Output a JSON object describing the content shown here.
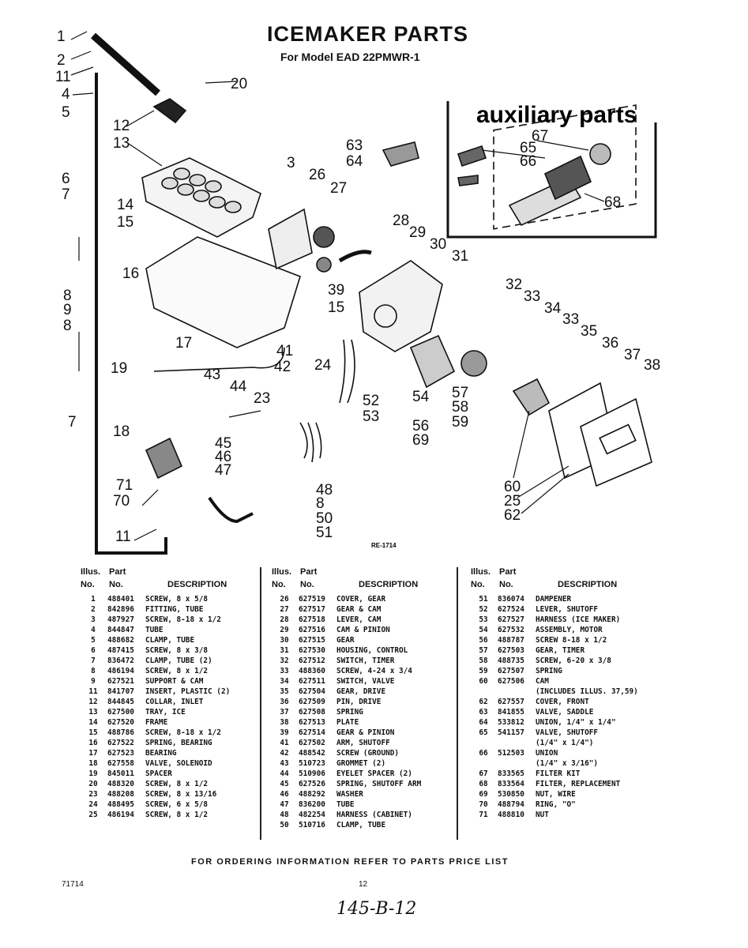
{
  "header": {
    "title": "ICEMAKER PARTS",
    "subtitle": "For Model EAD 22PMWR-1"
  },
  "auxiliary": {
    "title": "auxiliary parts",
    "labels": [
      "67",
      "65",
      "66",
      "68"
    ]
  },
  "diagram": {
    "ref": "RE-1714",
    "callouts": [
      {
        "n": "1"
      },
      {
        "n": "2"
      },
      {
        "n": "11"
      },
      {
        "n": "4"
      },
      {
        "n": "5"
      },
      {
        "n": "6"
      },
      {
        "n": "7"
      },
      {
        "n": "8"
      },
      {
        "n": "9"
      },
      {
        "n": "8"
      },
      {
        "n": "7"
      },
      {
        "n": "20"
      },
      {
        "n": "12"
      },
      {
        "n": "13"
      },
      {
        "n": "3"
      },
      {
        "n": "26"
      },
      {
        "n": "27"
      },
      {
        "n": "63"
      },
      {
        "n": "64"
      },
      {
        "n": "14"
      },
      {
        "n": "15"
      },
      {
        "n": "28"
      },
      {
        "n": "29"
      },
      {
        "n": "30"
      },
      {
        "n": "31"
      },
      {
        "n": "16"
      },
      {
        "n": "39"
      },
      {
        "n": "15"
      },
      {
        "n": "32"
      },
      {
        "n": "33"
      },
      {
        "n": "34"
      },
      {
        "n": "33"
      },
      {
        "n": "35"
      },
      {
        "n": "36"
      },
      {
        "n": "37"
      },
      {
        "n": "38"
      },
      {
        "n": "17"
      },
      {
        "n": "41"
      },
      {
        "n": "42"
      },
      {
        "n": "24"
      },
      {
        "n": "19"
      },
      {
        "n": "43"
      },
      {
        "n": "44"
      },
      {
        "n": "23"
      },
      {
        "n": "52"
      },
      {
        "n": "53"
      },
      {
        "n": "54"
      },
      {
        "n": "57"
      },
      {
        "n": "58"
      },
      {
        "n": "59"
      },
      {
        "n": "56"
      },
      {
        "n": "69"
      },
      {
        "n": "18"
      },
      {
        "n": "45"
      },
      {
        "n": "46"
      },
      {
        "n": "47"
      },
      {
        "n": "71"
      },
      {
        "n": "70"
      },
      {
        "n": "48"
      },
      {
        "n": "8"
      },
      {
        "n": "50"
      },
      {
        "n": "51"
      },
      {
        "n": "11"
      },
      {
        "n": "60"
      },
      {
        "n": "25"
      },
      {
        "n": "62"
      }
    ]
  },
  "table": {
    "head_illus": "Illus.",
    "head_no": "No.",
    "head_part": "Part",
    "head_desc": "DESCRIPTION",
    "columns": [
      [
        [
          "1",
          "488401",
          "SCREW, 8 x 5/8"
        ],
        [
          "2",
          "842896",
          "FITTING, TUBE"
        ],
        [
          "3",
          "487927",
          "SCREW, 8-18 x 1/2"
        ],
        [
          "4",
          "844847",
          "TUBE"
        ],
        [
          "5",
          "488682",
          "CLAMP, TUBE"
        ],
        [
          "6",
          "487415",
          "SCREW, 8 x 3/8"
        ],
        [
          "7",
          "836472",
          "CLAMP, TUBE (2)"
        ],
        [
          "8",
          "486194",
          "SCREW, 8 x 1/2"
        ],
        [
          "9",
          "627521",
          "SUPPORT & CAM"
        ],
        [
          "11",
          "841707",
          "INSERT, PLASTIC (2)"
        ],
        [
          "12",
          "844845",
          "COLLAR, INLET"
        ],
        [
          "13",
          "627500",
          "TRAY, ICE"
        ],
        [
          "14",
          "627520",
          "FRAME"
        ],
        [
          "15",
          "488786",
          "SCREW, 8-18 x 1/2"
        ],
        [
          "16",
          "627522",
          "SPRING, BEARING"
        ],
        [
          "17",
          "627523",
          "BEARING"
        ],
        [
          "18",
          "627558",
          "VALVE, SOLENOID"
        ],
        [
          "19",
          "845011",
          "SPACER"
        ],
        [
          "20",
          "488320",
          "SCREW, 8 x 1/2"
        ],
        [
          "23",
          "488208",
          "SCREW, 8 x 13/16"
        ],
        [
          "24",
          "488495",
          "SCREW, 6 x 5/8"
        ],
        [
          "25",
          "486194",
          "SCREW, 8 x 1/2"
        ]
      ],
      [
        [
          "26",
          "627519",
          "COVER, GEAR"
        ],
        [
          "27",
          "627517",
          "GEAR & CAM"
        ],
        [
          "28",
          "627518",
          "LEVER, CAM"
        ],
        [
          "29",
          "627516",
          "CAM & PINION"
        ],
        [
          "30",
          "627515",
          "GEAR"
        ],
        [
          "31",
          "627530",
          "HOUSING, CONTROL"
        ],
        [
          "32",
          "627512",
          "SWITCH, TIMER"
        ],
        [
          "33",
          "488360",
          "SCREW, 4-24 x 3/4"
        ],
        [
          "34",
          "627511",
          "SWITCH, VALVE"
        ],
        [
          "35",
          "627504",
          "GEAR, DRIVE"
        ],
        [
          "36",
          "627509",
          "PIN, DRIVE"
        ],
        [
          "37",
          "627508",
          "SPRING"
        ],
        [
          "38",
          "627513",
          "PLATE"
        ],
        [
          "39",
          "627514",
          "GEAR & PINION"
        ],
        [
          "41",
          "627502",
          "ARM, SHUTOFF"
        ],
        [
          "42",
          "488542",
          "SCREW (GROUND)"
        ],
        [
          "43",
          "510723",
          "GROMMET (2)"
        ],
        [
          "44",
          "510906",
          "EYELET SPACER (2)"
        ],
        [
          "45",
          "627526",
          "SPRING, SHUTOFF ARM"
        ],
        [
          "46",
          "488292",
          "WASHER"
        ],
        [
          "47",
          "836200",
          "TUBE"
        ],
        [
          "48",
          "482254",
          "HARNESS (CABINET)"
        ],
        [
          "50",
          "510716",
          "CLAMP, TUBE"
        ]
      ],
      [
        [
          "51",
          "836074",
          "DAMPENER"
        ],
        [
          "52",
          "627524",
          "LEVER, SHUTOFF"
        ],
        [
          "53",
          "627527",
          "HARNESS (ICE MAKER)"
        ],
        [
          "54",
          "627532",
          "ASSEMBLY, MOTOR"
        ],
        [
          "56",
          "488787",
          "SCREW 8-18 x 1/2"
        ],
        [
          "57",
          "627503",
          "GEAR, TIMER"
        ],
        [
          "58",
          "488735",
          "SCREW, 6-20 x 3/8"
        ],
        [
          "59",
          "627507",
          "SPRING"
        ],
        [
          "60",
          "627506",
          "CAM"
        ],
        [
          "",
          "",
          "(INCLUDES ILLUS. 37,59)"
        ],
        [
          "62",
          "627557",
          "COVER, FRONT"
        ],
        [
          "63",
          "841855",
          "VALVE, SADDLE"
        ],
        [
          "64",
          "533812",
          "UNION, 1/4\" x 1/4\""
        ],
        [
          "65",
          "541157",
          "VALVE, SHUTOFF"
        ],
        [
          "",
          "",
          "(1/4\" x 1/4\")"
        ],
        [
          "66",
          "512503",
          "UNION"
        ],
        [
          "",
          "",
          "(1/4\" x 3/16\")"
        ],
        [
          "67",
          "833565",
          "FILTER KIT"
        ],
        [
          "68",
          "833564",
          "FILTER, REPLACEMENT"
        ],
        [
          "69",
          "530850",
          "NUT, WIRE"
        ],
        [
          "70",
          "488794",
          "RING, \"O\""
        ],
        [
          "71",
          "488810",
          "NUT"
        ]
      ]
    ]
  },
  "footer": {
    "note": "FOR ORDERING INFORMATION REFER TO PARTS PRICE LIST",
    "code": "71714",
    "page": "12",
    "handwritten": "145-B-12"
  }
}
